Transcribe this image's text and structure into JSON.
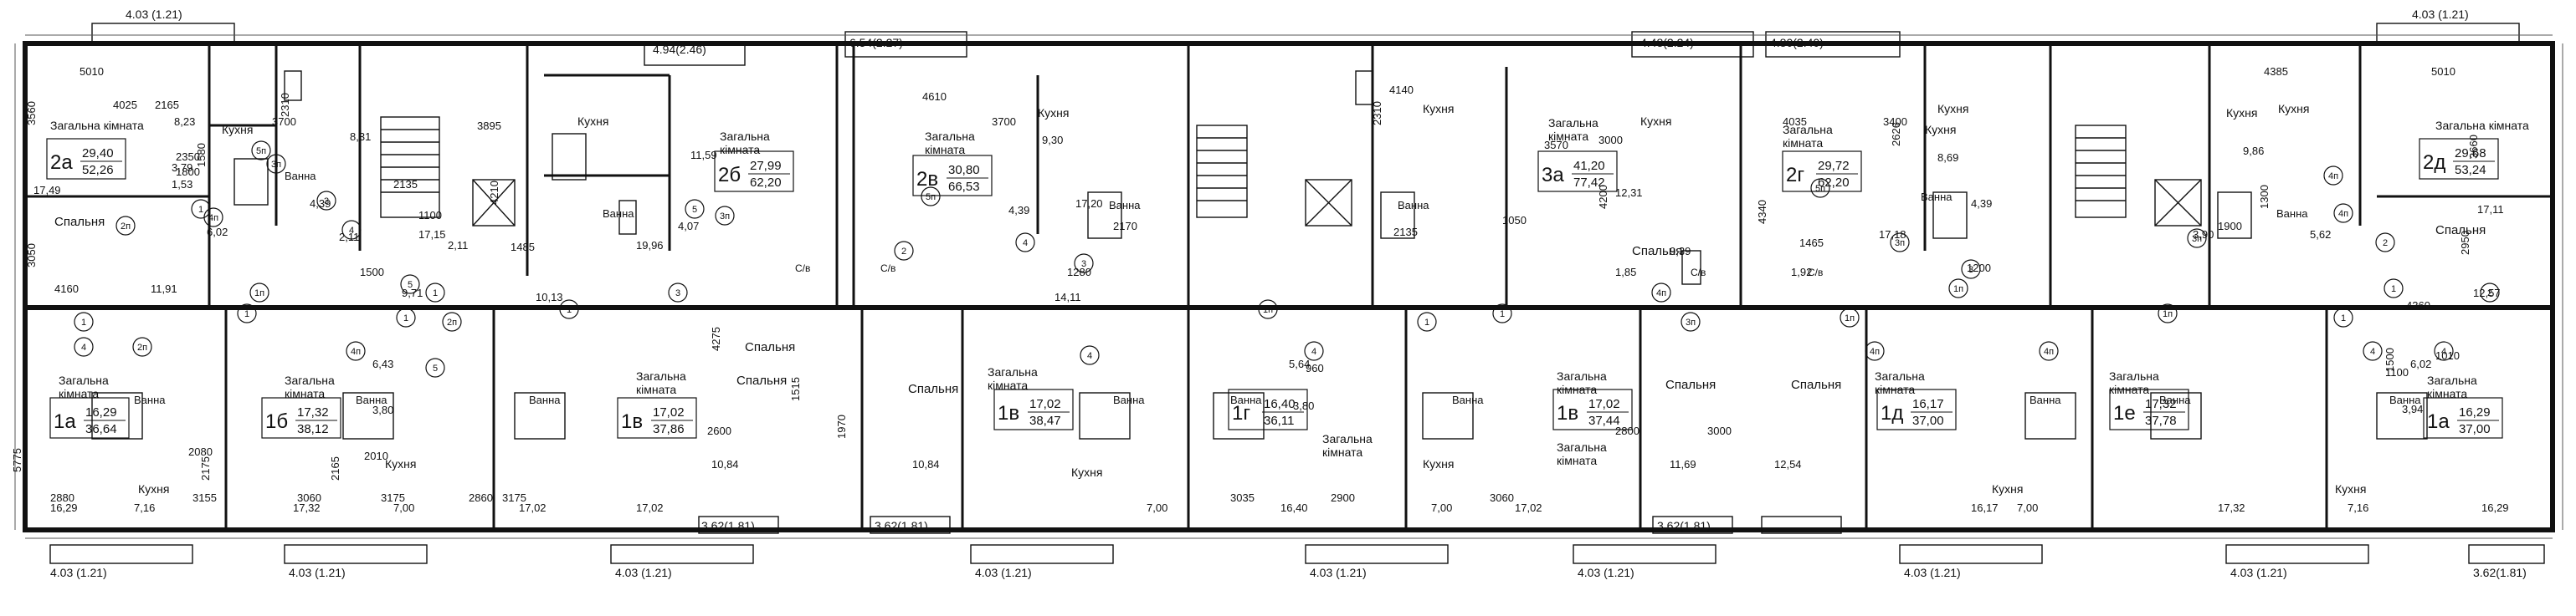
{
  "room_types": {
    "living": "Загальна кімната",
    "living_split_a": "Загальна",
    "living_split_b": "кімната",
    "kitchen": "Кухня",
    "bath": "Ванна",
    "bedroom": "Спальня",
    "wc": "С/в"
  },
  "apartments_top": [
    {
      "id": "2а",
      "living": "29,40",
      "total": "52,26"
    },
    {
      "id": "2б",
      "living": "27,99",
      "total": "62,20"
    },
    {
      "id": "2в",
      "living": "30,80",
      "total": "66,53"
    },
    {
      "id": "3а",
      "living": "41,20",
      "total": "77,42"
    },
    {
      "id": "2г",
      "living": "29,72",
      "total": "62,20"
    },
    {
      "id": "2д",
      "living": "29,68",
      "total": "53,24"
    }
  ],
  "apartments_bottom": [
    {
      "id": "1а",
      "living": "16,29",
      "total": "36,64"
    },
    {
      "id": "1б",
      "living": "17,32",
      "total": "38,12"
    },
    {
      "id": "1в",
      "living": "17,02",
      "total": "37,86"
    },
    {
      "id": "1в",
      "living": "17,02",
      "total": "38,47"
    },
    {
      "id": "1г",
      "living": "16,40",
      "total": "36,11"
    },
    {
      "id": "1в",
      "living": "17,02",
      "total": "37,44"
    },
    {
      "id": "1д",
      "living": "16,17",
      "total": "37,00"
    },
    {
      "id": "1е",
      "living": "17,32",
      "total": "37,78"
    },
    {
      "id": "1а",
      "living": "16,29",
      "total": "37,00"
    }
  ],
  "balconies": [
    "4.03 (1.21)",
    "4.94(2.46)",
    "6.54(2.27)",
    "4.48(2.24)",
    "4.80(2.40)",
    "4.03 (1.21)",
    "4.03 (1.21)",
    "4.03 (1.21)",
    "4.03 (1.21)",
    "4.03 (1.21)",
    "4.03 (1.21)",
    "4.03 (1.21)",
    "4.03 (1.21)",
    "4.03 (1.21)",
    "3.62(1.81)",
    "3.62(1.81)",
    "3.62(1.81)",
    "3.62(1.81)"
  ],
  "area_values": [
    "8,23",
    "3,79",
    "1,53",
    "17,49",
    "6,02",
    "11,91",
    "8,31",
    "4,39",
    "2,11",
    "17,15",
    "9,71",
    "11,59",
    "4,07",
    "19,96",
    "2,11",
    "10,13",
    "9,30",
    "4,39",
    "17,20",
    "14,11",
    "12,31",
    "1,85",
    "9,39",
    "8,69",
    "4,39",
    "17,18",
    "1,92",
    "9,86",
    "3,90",
    "5,62",
    "17,11",
    "12,57",
    "6,02",
    "3,94",
    "6,43",
    "3,80",
    "10,84",
    "10,84",
    "5,64",
    "3,80",
    "11,69",
    "12,54",
    "16,29",
    "7,16",
    "17,32",
    "7,00",
    "17,02",
    "17,02",
    "7,00",
    "16,40",
    "7,00",
    "17,02",
    "16,17",
    "7,00",
    "17,32",
    "7,16",
    "16,29"
  ],
  "dimension_values": [
    "5010",
    "4025",
    "2165",
    "3560",
    "3050",
    "4160",
    "2350",
    "1800",
    "1580",
    "2310",
    "3700",
    "2135",
    "1100",
    "1500",
    "3895",
    "4210",
    "1485",
    "4610",
    "3700",
    "2170",
    "1280",
    "4140",
    "2310",
    "1050",
    "2135",
    "3570",
    "3000",
    "4200",
    "4035",
    "3400",
    "2626",
    "4340",
    "1465",
    "1200",
    "4385",
    "5010",
    "3660",
    "2950",
    "4360",
    "1900",
    "1300",
    "1010",
    "1500",
    "1100",
    "5775",
    "2880",
    "3155",
    "2080",
    "2175",
    "3060",
    "3175",
    "2010",
    "2165",
    "3175",
    "2860",
    "4275",
    "2600",
    "3035",
    "2900",
    "3060",
    "2800",
    "3000",
    "1970",
    "1515",
    "960"
  ],
  "markers": [
    "1",
    "1п",
    "2",
    "2п",
    "3",
    "3п",
    "4",
    "4п",
    "5",
    "5п"
  ]
}
